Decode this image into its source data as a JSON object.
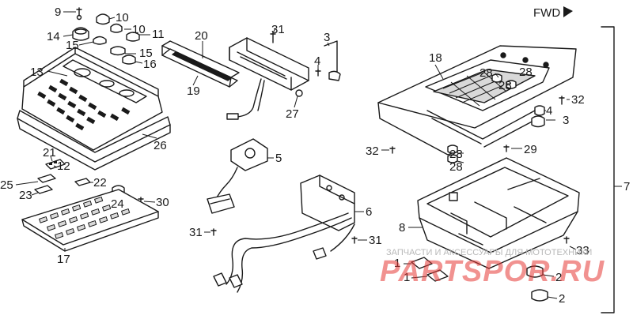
{
  "diagram": {
    "direction_label": "FWD",
    "callouts": {
      "n1": "1",
      "n2": "2",
      "n3": "3",
      "n4": "4",
      "n5": "5",
      "n6": "6",
      "n7": "7",
      "n8": "8",
      "n9": "9",
      "n10": "10",
      "n11": "11",
      "n12": "12",
      "n13": "13",
      "n14": "14",
      "n15": "15",
      "n16": "16",
      "n17": "17",
      "n18": "18",
      "n19": "19",
      "n20": "20",
      "n21": "21",
      "n22": "22",
      "n23": "23",
      "n24": "24",
      "n25": "25",
      "n26": "26",
      "n27": "27",
      "n28": "28",
      "n29": "29",
      "n30": "30",
      "n31": "31",
      "n32": "32",
      "n33": "33"
    }
  },
  "watermark": {
    "caption": "ЗАПЧАСТИ И АКСЕССУАРЫ ДЛЯ МОТОТЕХНИКИ",
    "logo": "PARTSPOR.RU",
    "color": "#e53935"
  },
  "colors": {
    "ink": "#1a1a1a",
    "background": "#ffffff"
  }
}
